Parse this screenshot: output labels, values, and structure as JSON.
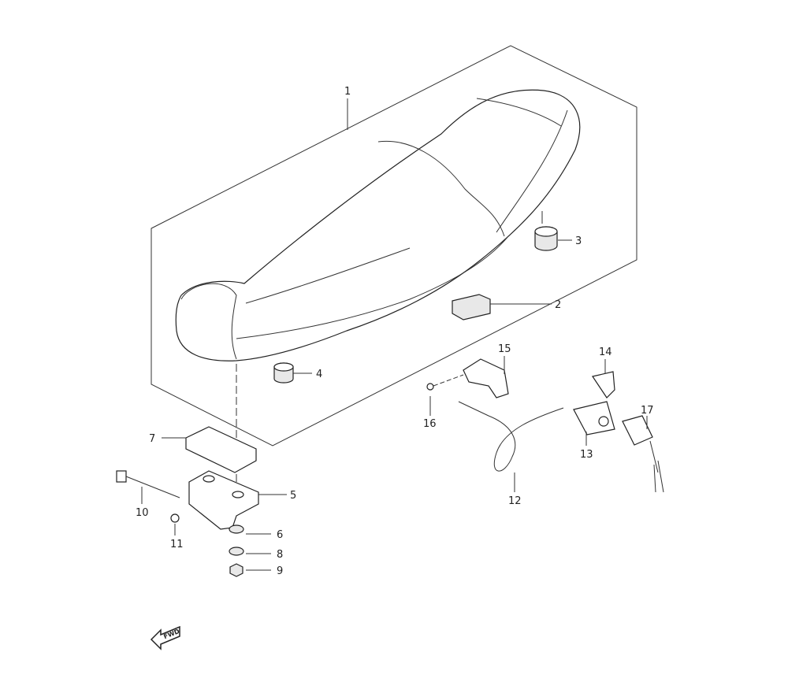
{
  "diagram": {
    "fwd_label": "FWD",
    "parts": [
      {
        "ref": "1"
      },
      {
        "ref": "2"
      },
      {
        "ref": "3"
      },
      {
        "ref": "4"
      },
      {
        "ref": "5"
      },
      {
        "ref": "6"
      },
      {
        "ref": "7"
      },
      {
        "ref": "8"
      },
      {
        "ref": "9"
      },
      {
        "ref": "10"
      },
      {
        "ref": "11"
      },
      {
        "ref": "12"
      },
      {
        "ref": "13"
      },
      {
        "ref": "14"
      },
      {
        "ref": "15"
      },
      {
        "ref": "16"
      },
      {
        "ref": "17"
      }
    ]
  }
}
